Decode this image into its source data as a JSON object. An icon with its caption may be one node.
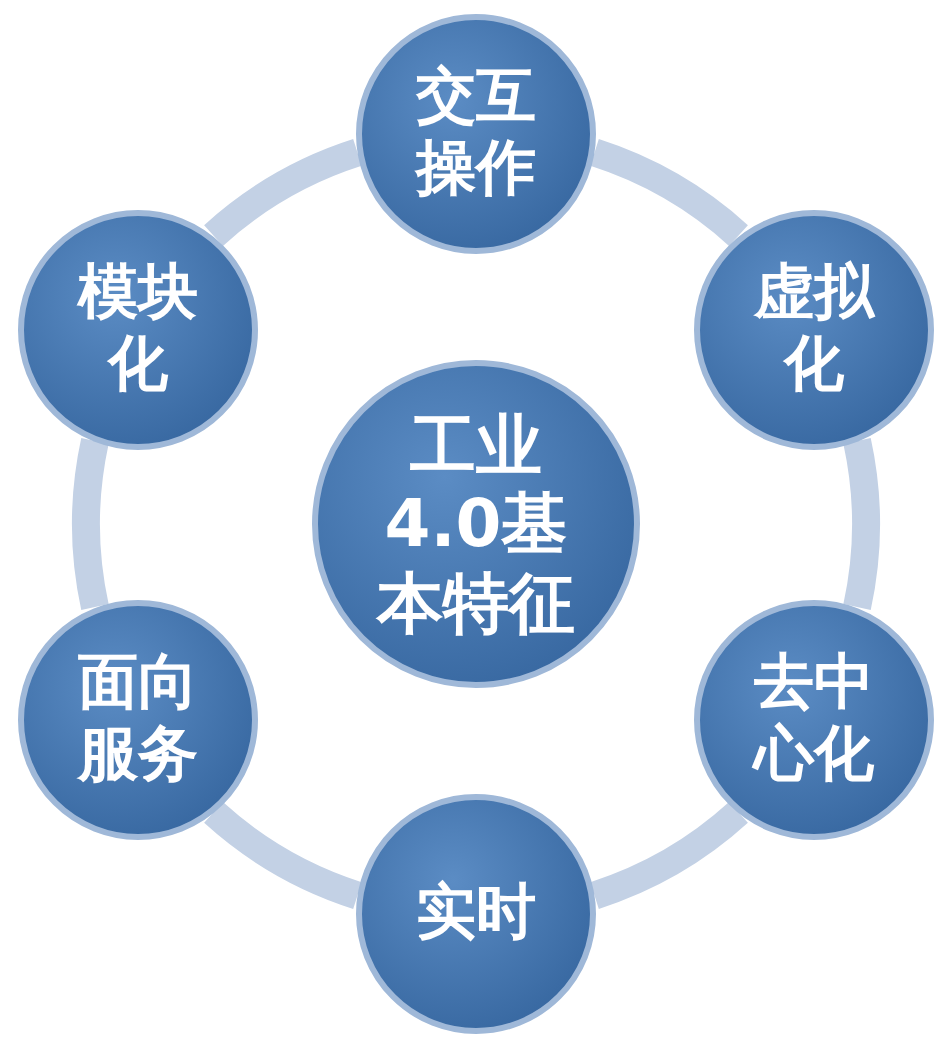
{
  "diagram": {
    "nodes": [
      {
        "text": [
          "工业4.0基本特征"
        ]
      },
      {
        "text": [
          "交互操作"
        ]
      },
      {
        "text": [
          "虚拟化"
        ]
      },
      {
        "text": [
          "去中心化"
        ]
      },
      {
        "text": [
          "实时"
        ]
      },
      {
        "text": [
          "面向服务"
        ]
      },
      {
        "text": [
          "模块化"
        ]
      }
    ],
    "edges": [
      {
        "from": 1,
        "to": 2,
        "arrow": "none"
      },
      {
        "from": 2,
        "to": 3,
        "arrow": "none"
      },
      {
        "from": 3,
        "to": 4,
        "arrow": "none"
      },
      {
        "from": 4,
        "to": 5,
        "arrow": "none"
      },
      {
        "from": 5,
        "to": 6,
        "arrow": "none"
      },
      {
        "from": 6,
        "to": 1,
        "arrow": "none"
      }
    ]
  }
}
